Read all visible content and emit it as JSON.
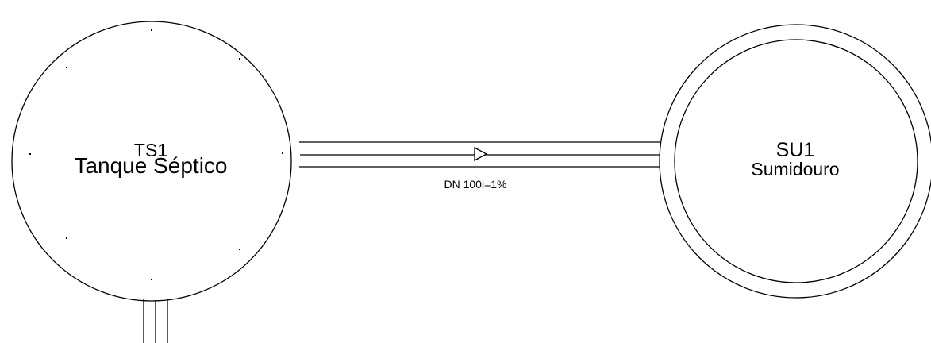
{
  "diagram": {
    "septic_tank": {
      "code": "TS1",
      "name": "Tanque Séptico"
    },
    "sink": {
      "code": "SU1",
      "name": "Sumidouro"
    },
    "pipe": {
      "label": "DN 100i=1%"
    },
    "colors": {
      "stroke": "#000000",
      "background": "#ffffff"
    }
  }
}
